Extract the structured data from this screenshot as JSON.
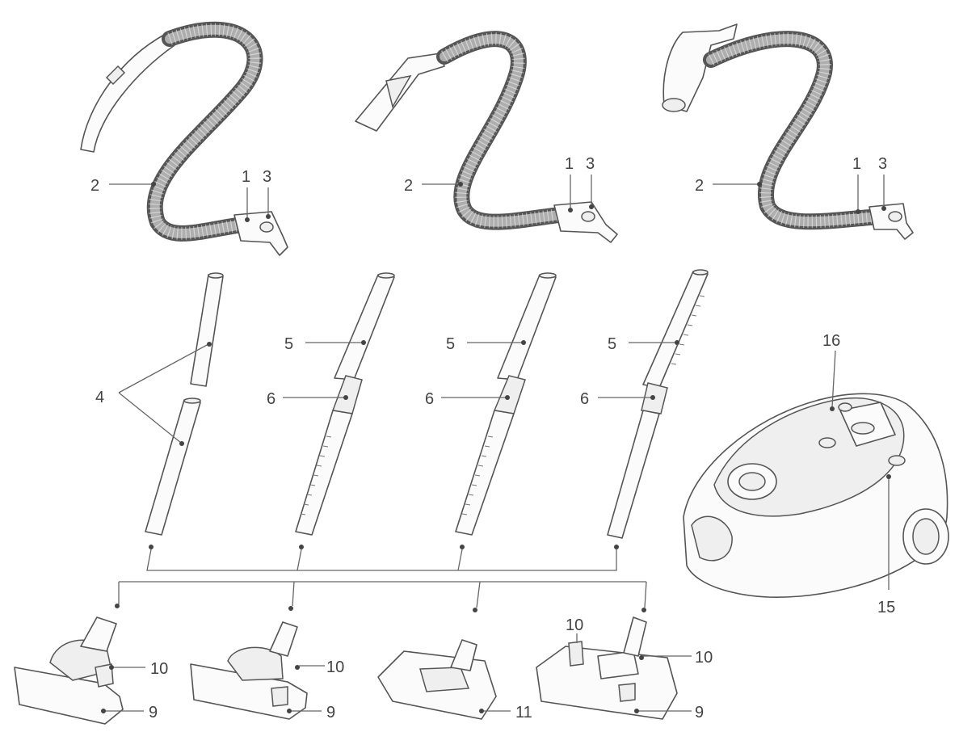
{
  "labels": {
    "hose_body": "2",
    "hose_connector": "1",
    "hose_catch": "3",
    "tube": "4",
    "telescopic_tube": "5",
    "tube_slider": "6",
    "nozzle_pedal": "9",
    "hair_rake": "10",
    "parquet_nozzle": "11",
    "cleaner_panel": "15",
    "cleaner_lid": "16"
  },
  "icons": [
    "hose-icon",
    "tube-icon",
    "nozzle-icon",
    "vacuum-cleaner-icon"
  ]
}
